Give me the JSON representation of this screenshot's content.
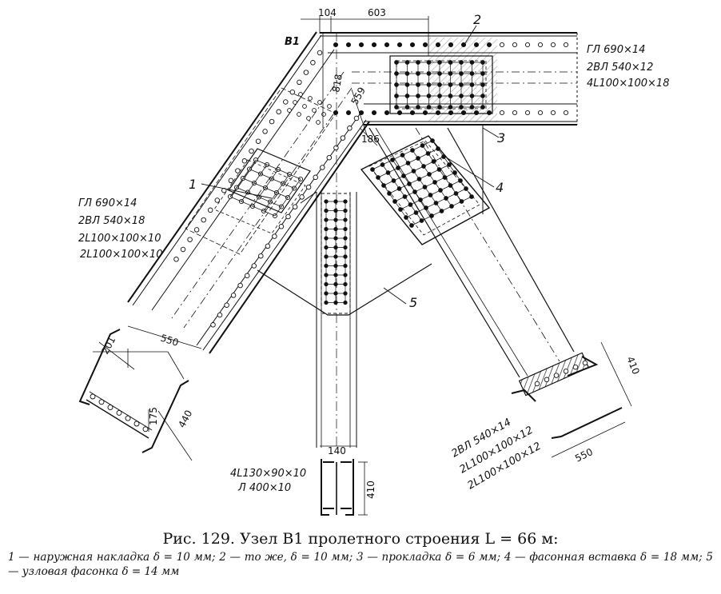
{
  "figure": {
    "node_label": "В1",
    "dims": {
      "top_left": "104",
      "top_right": "603",
      "diag_a": "818",
      "diag_b": "559",
      "diag_c": "186",
      "left_550": "550",
      "left_201": "201",
      "left_175": "175",
      "left_440": "440",
      "bottom_140": "140",
      "bottom_410": "410",
      "right_410": "410",
      "right_550": "550"
    },
    "callouts": [
      "1",
      "2",
      "3",
      "4",
      "5"
    ],
    "top_chord_labels": [
      "ГЛ 690×14",
      "2ВЛ 540×12",
      "4L100×100×18"
    ],
    "left_chord_labels": [
      "ГЛ 690×14",
      "2ВЛ 540×18",
      "2L100×100×10",
      "2L100×100×10"
    ],
    "vertical_labels": [
      "4L130×90×10",
      "Л 400×10"
    ],
    "right_diag_labels": [
      "2ВЛ 540×14",
      "2L100×100×12",
      "2L100×100×12"
    ]
  },
  "caption": {
    "title": "Рис. 129. Узел В1 пролетного строения L = 66 м:",
    "legend": "1 — наружная накладка δ = 10 мм; 2 — то же, δ = 10 мм; 3 — прокладка δ = 6 мм; 4 — фасонная вставка δ = 18 мм; 5 — узловая фасонка δ = 14 мм"
  }
}
